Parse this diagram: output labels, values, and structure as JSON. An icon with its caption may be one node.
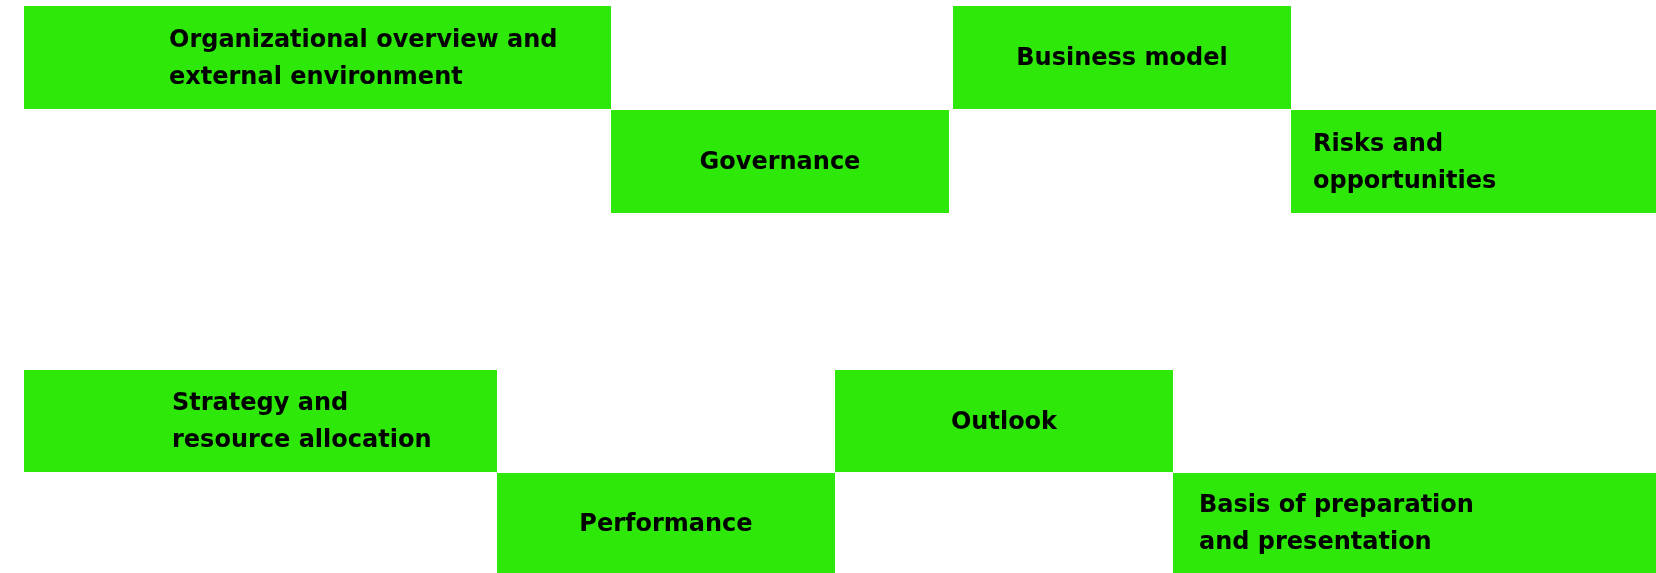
{
  "diagram": {
    "nodes": [
      {
        "text": [
          "Organizational overview and external environment"
        ]
      },
      {
        "text": [
          "Governance"
        ]
      },
      {
        "text": [
          "Business model"
        ]
      },
      {
        "text": [
          "Risks and opportunities"
        ]
      },
      {
        "text": [
          "Strategy and resource allocation"
        ]
      },
      {
        "text": [
          "Performance"
        ]
      },
      {
        "text": [
          "Outlook"
        ]
      },
      {
        "text": [
          "Basis of preparation and presentation"
        ]
      }
    ]
  }
}
